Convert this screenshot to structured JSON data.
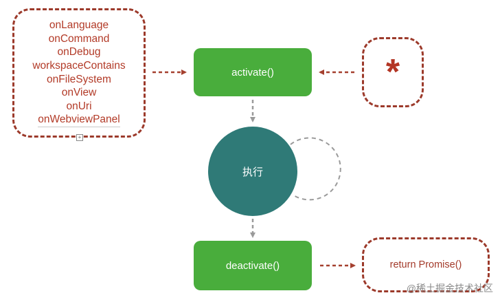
{
  "diagram": {
    "events": [
      "onLanguage",
      "onCommand",
      "onDebug",
      "workspaceContains",
      "onFileSystem",
      "onView",
      "onUri",
      "onWebviewPanel"
    ],
    "activate_label": "activate()",
    "wildcard_symbol": "*",
    "execute_label": "执行",
    "deactivate_label": "deactivate()",
    "return_label": "return Promise()",
    "watermark": "@稀土掘金技术社区"
  },
  "colors": {
    "dashed_border": "#9c3a2b",
    "event_text": "#b23a27",
    "green_box": "#49ad3c",
    "circle": "#2f7a77",
    "arrow_red": "#a5402f",
    "arrow_gray": "#9a9a9a"
  },
  "icons": {
    "wildcard": "asterisk-icon",
    "expand": "plus-square-icon"
  }
}
